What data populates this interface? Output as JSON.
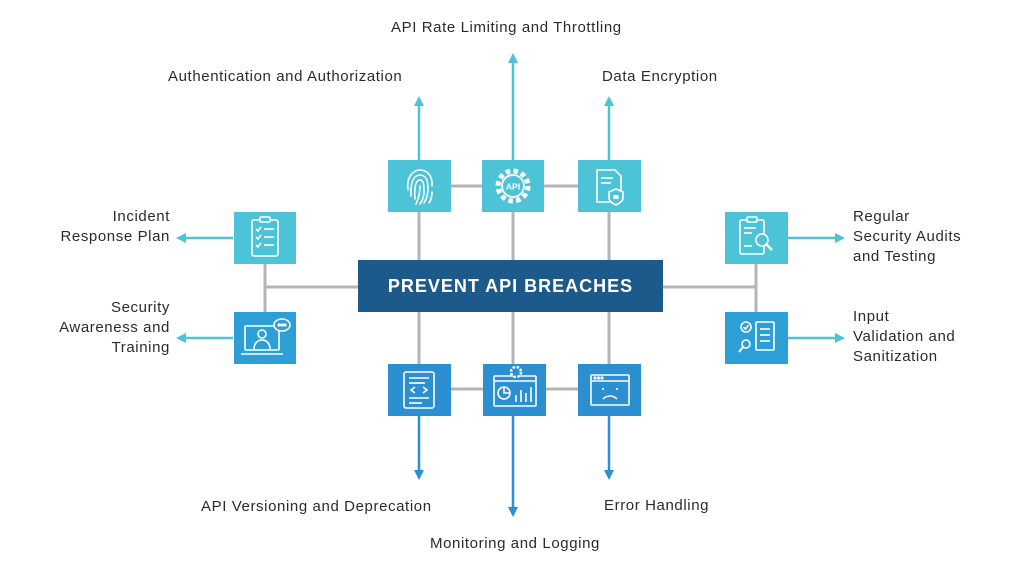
{
  "title": "PREVENT API BREACHES",
  "colors": {
    "title_bg": "#1d5a8c",
    "icon_light": "#4dc3d8",
    "icon_dark": "#2c8fd1",
    "connector": "#b4b4b4",
    "arrow_light": "#4dc3d8",
    "arrow_dark": "#2c8fd1"
  },
  "nodes": [
    {
      "id": "api-rate-limiting",
      "label": "API Rate Limiting and Throttling",
      "icon": "api-gear-icon"
    },
    {
      "id": "authentication",
      "label": "Authentication and Authorization",
      "icon": "fingerprint-icon"
    },
    {
      "id": "data-encryption",
      "label": "Data Encryption",
      "icon": "encrypted-document-icon"
    },
    {
      "id": "incident-response",
      "label": "Incident\nResponse Plan",
      "icon": "checklist-icon"
    },
    {
      "id": "security-awareness",
      "label": "Security\nAwareness and\nTraining",
      "icon": "online-training-icon"
    },
    {
      "id": "security-audits",
      "label": "Regular\nSecurity Audits\nand Testing",
      "icon": "audit-clipboard-icon"
    },
    {
      "id": "input-validation",
      "label": "Input\nValidation and\nSanitization",
      "icon": "validation-checklist-icon"
    },
    {
      "id": "api-versioning",
      "label": "API Versioning and Deprecation",
      "icon": "versioning-document-icon"
    },
    {
      "id": "monitoring-logging",
      "label": "Monitoring and Logging",
      "icon": "monitoring-dashboard-icon"
    },
    {
      "id": "error-handling",
      "label": "Error Handling",
      "icon": "error-window-icon"
    }
  ]
}
